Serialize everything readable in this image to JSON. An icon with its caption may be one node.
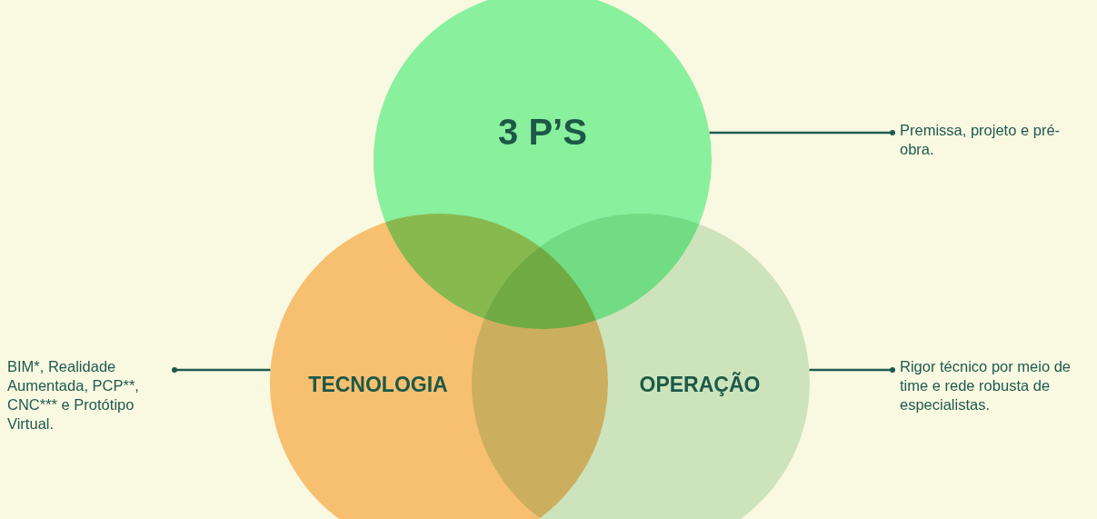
{
  "diagram": {
    "nodes": [
      {
        "text": [
          "3 P’S"
        ]
      },
      {
        "text": [
          "TECNOLOGIA"
        ]
      },
      {
        "text": [
          "OPERAÇÃO"
        ]
      },
      {
        "text": [
          "Premissa, projeto e pré-obra."
        ]
      },
      {
        "text": [
          "BIM*, Realidade Aumentada, PCP**, CNC*** e Protótipo Virtual."
        ]
      },
      {
        "text": [
          "Rigor técnico por meio de time e rede robusta de especialistas."
        ]
      }
    ],
    "edges": [
      {
        "from": 3,
        "to": 0,
        "arrow": "other"
      },
      {
        "from": 4,
        "to": 1,
        "arrow": "other"
      },
      {
        "from": 5,
        "to": 2,
        "arrow": "other"
      }
    ]
  }
}
